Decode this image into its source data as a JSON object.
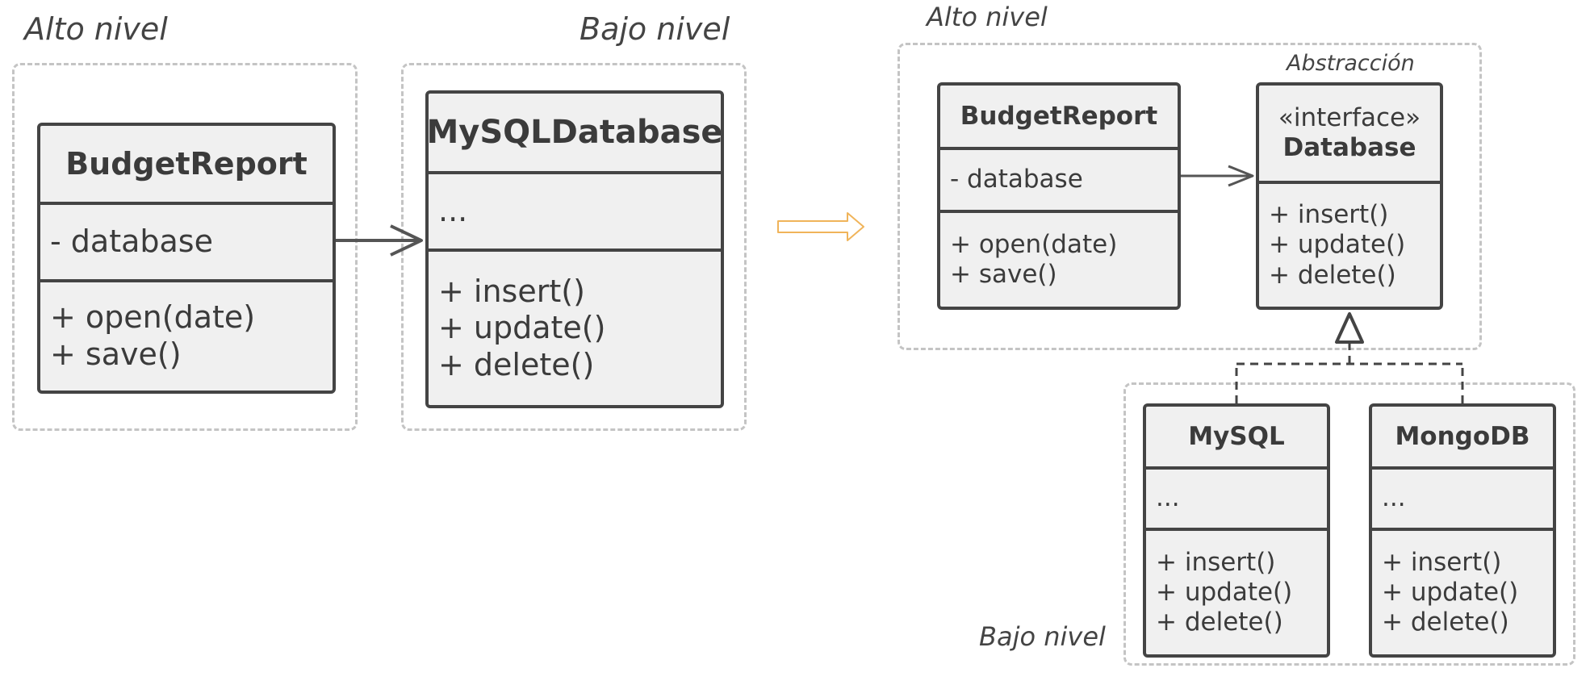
{
  "left": {
    "high_label": "Alto nivel",
    "low_label": "Bajo nivel",
    "budget": {
      "name": "BudgetReport",
      "field": "- database",
      "methods": [
        "+ open(date)",
        "+ save()"
      ]
    },
    "mysql": {
      "name": "MySQLDatabase",
      "field": "...",
      "methods": [
        "+ insert()",
        "+ update()",
        "+ delete()"
      ]
    }
  },
  "right": {
    "high_label": "Alto nivel",
    "low_label": "Bajo nivel",
    "abstraction_label": "Abstracción",
    "budget": {
      "name": "BudgetReport",
      "field": "- database",
      "methods": [
        "+ open(date)",
        "+ save()"
      ]
    },
    "database": {
      "stereotype": "«interface»",
      "name": "Database",
      "methods": [
        "+ insert()",
        "+ update()",
        "+ delete()"
      ]
    },
    "mysql": {
      "name": "MySQL",
      "field": "...",
      "methods": [
        "+ insert()",
        "+ update()",
        "+ delete()"
      ]
    },
    "mongodb": {
      "name": "MongoDB",
      "field": "...",
      "methods": [
        "+ insert()",
        "+ update()",
        "+ delete()"
      ]
    }
  },
  "colors": {
    "box_fill": "#f0f0f0",
    "box_border": "#444444",
    "frame_border": "#c4c4c4",
    "transition_arrow": "#f0b45a"
  }
}
